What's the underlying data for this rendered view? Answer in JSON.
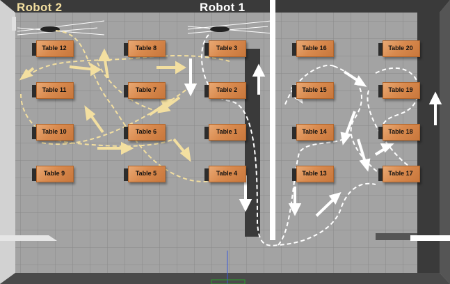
{
  "robots": [
    {
      "label": "Robot 2",
      "color": "#f3dfa0"
    },
    {
      "label": "Robot 1",
      "color": "#ffffff"
    }
  ],
  "tables": [
    {
      "id": "t12",
      "label": "Table 12"
    },
    {
      "id": "t8",
      "label": "Table 8"
    },
    {
      "id": "t3",
      "label": "Table 3"
    },
    {
      "id": "t16",
      "label": "Table 16"
    },
    {
      "id": "t20",
      "label": "Table 20"
    },
    {
      "id": "t11",
      "label": "Table 11"
    },
    {
      "id": "t7",
      "label": "Table 7"
    },
    {
      "id": "t2",
      "label": "Table 2"
    },
    {
      "id": "t15",
      "label": "Table 15"
    },
    {
      "id": "t19",
      "label": "Table 19"
    },
    {
      "id": "t10",
      "label": "Table 10"
    },
    {
      "id": "t6",
      "label": "Table 6"
    },
    {
      "id": "t1",
      "label": "Table 1"
    },
    {
      "id": "t14",
      "label": "Table 14"
    },
    {
      "id": "t18",
      "label": "Table 18"
    },
    {
      "id": "t9",
      "label": "Table 9"
    },
    {
      "id": "t5",
      "label": "Table 5"
    },
    {
      "id": "t4",
      "label": "Table 4"
    },
    {
      "id": "t13",
      "label": "Table 13"
    },
    {
      "id": "t17",
      "label": "Table 17"
    }
  ],
  "colors": {
    "floor": "#a3a3a3",
    "grid": "#8a8a8a",
    "wall_dark": "#3a3a3a",
    "wall_light": "#d6d6d6",
    "robot1_path": "#ffffff",
    "robot2_path": "#f3dfa0"
  }
}
